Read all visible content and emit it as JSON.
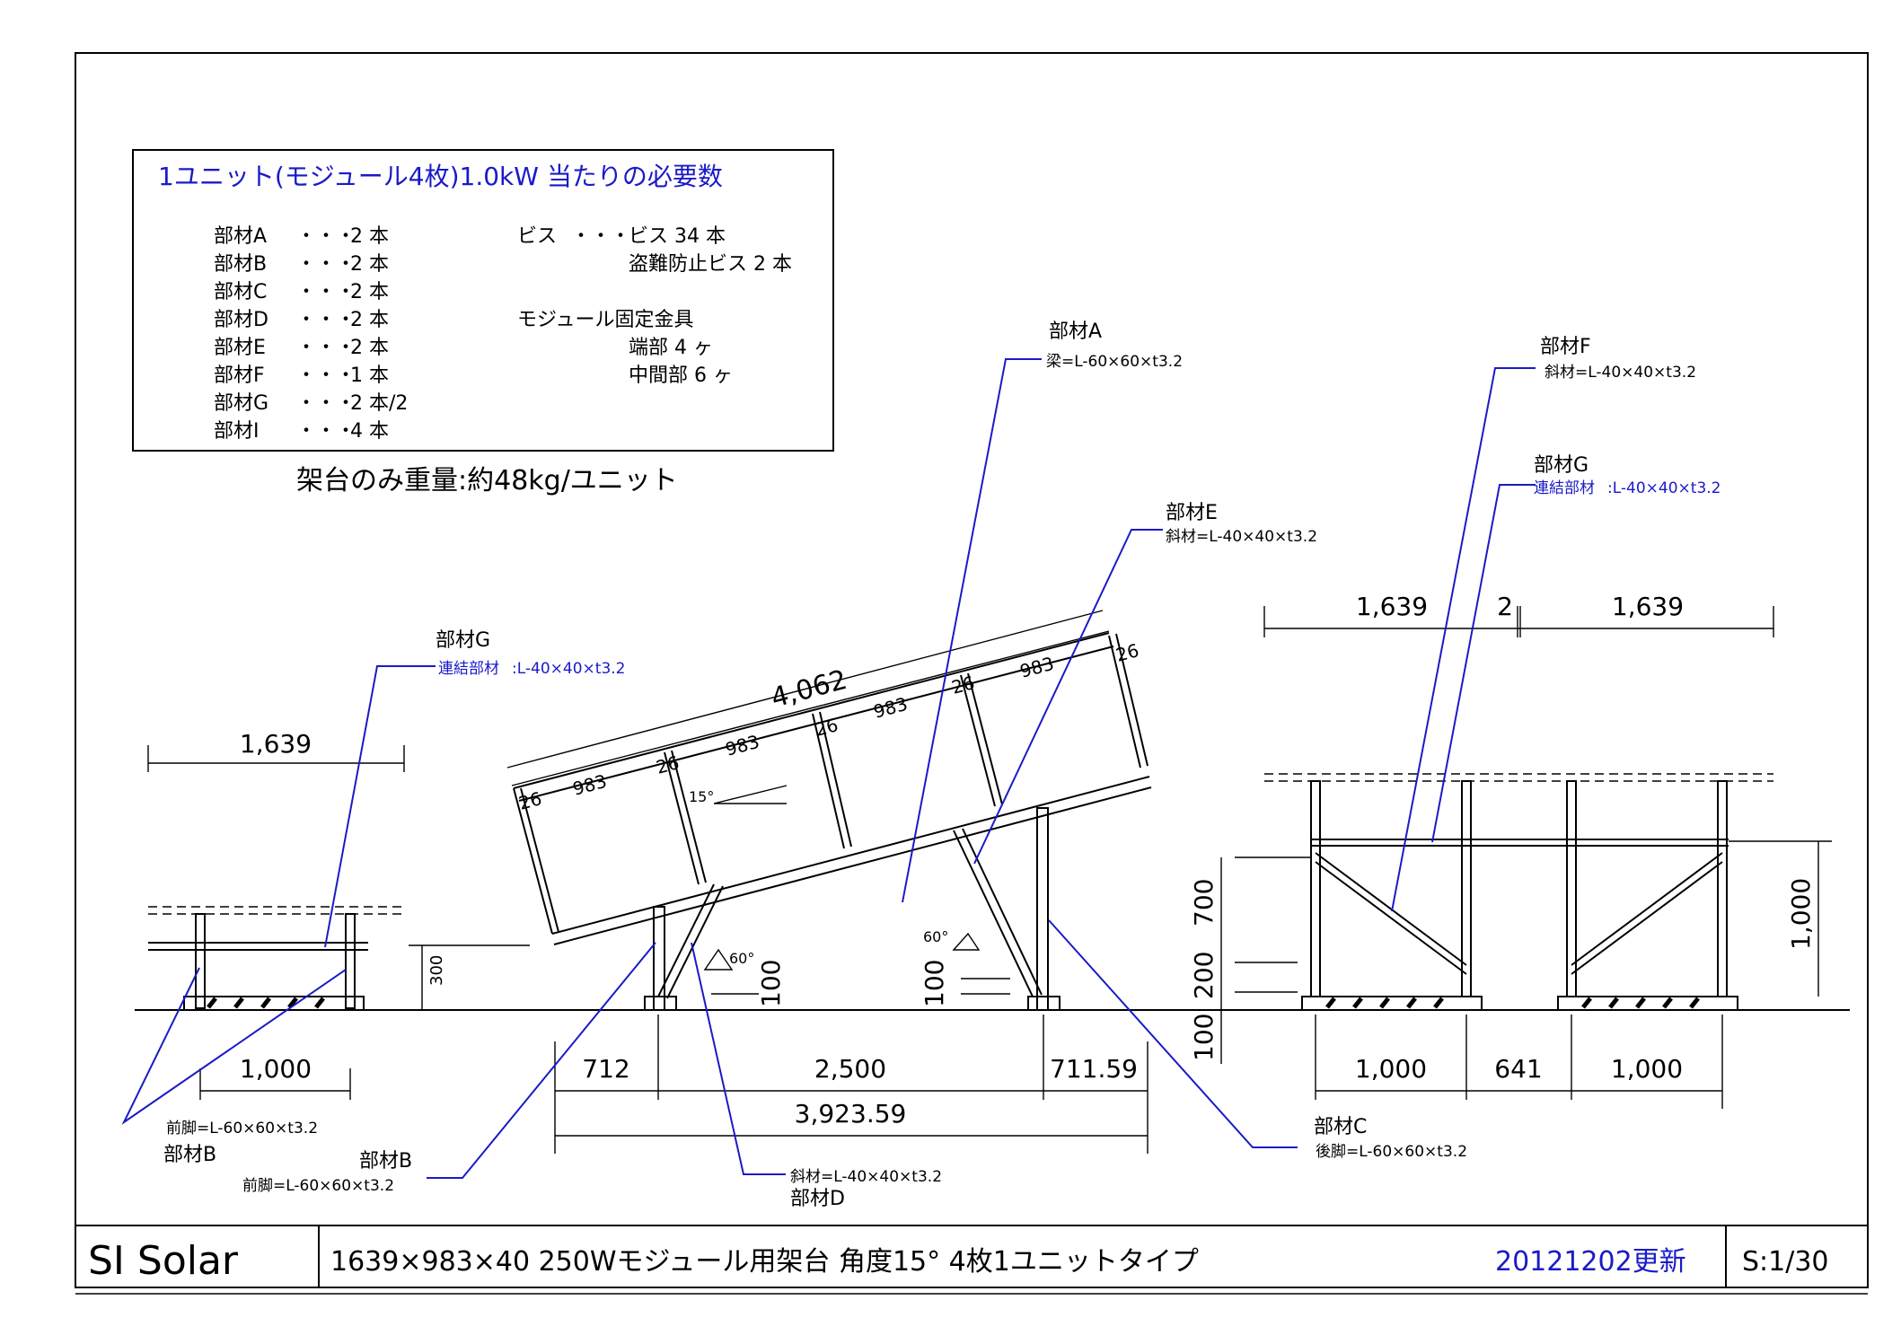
{
  "colors": {
    "ink": "#000000",
    "leader": "#1a1ac8",
    "accent_text": "#1a1ac8"
  },
  "requirements_box": {
    "title": "1ユニット(モジュール4枚)1.0kW 当たりの必要数",
    "members": [
      {
        "name": "部材A",
        "sep": "・・・",
        "qty": "2 本"
      },
      {
        "name": "部材B",
        "sep": "・・・",
        "qty": "2 本"
      },
      {
        "name": "部材C",
        "sep": "・・・",
        "qty": "2 本"
      },
      {
        "name": "部材D",
        "sep": "・・・",
        "qty": "2 本"
      },
      {
        "name": "部材E",
        "sep": "・・・",
        "qty": "2 本"
      },
      {
        "name": "部材F",
        "sep": "・・・",
        "qty": "1 本"
      },
      {
        "name": "部材G",
        "sep": "・・・",
        "qty": "2 本/2"
      },
      {
        "name": "部材I",
        "sep": "・・・",
        "qty": "4 本"
      }
    ],
    "screws_label": "ビス",
    "screws_sep": "・・・",
    "screws_qty": "ビス 34 本",
    "anti_theft": "盗難防止ビス 2 本",
    "fixture_title": "モジュール固定金具",
    "fixture_end": "端部  4 ヶ",
    "fixture_mid": "中間部  6 ヶ"
  },
  "weight_note": "架台のみ重量:約48kg/ユニット",
  "labels": {
    "member_a": "部材A",
    "member_a_spec": "梁=L-60×60×t3.2",
    "member_e": "部材E",
    "member_e_spec": "斜材=L-40×40×t3.2",
    "member_f": "部材F",
    "member_f_spec": "斜材=L-40×40×t3.2",
    "member_g_right": "部材G",
    "member_g_right_spec_a": "連結部材",
    "member_g_right_spec_b": ":L-40×40×t3.2",
    "member_g_left": "部材G",
    "member_g_left_spec_a": "連結部材",
    "member_g_left_spec_b": ":L-40×40×t3.2",
    "member_b_left_spec": "前脚=L-60×60×t3.2",
    "member_b_left": "部材B",
    "member_b_mid": "部材B",
    "member_b_mid_spec": "前脚=L-60×60×t3.2",
    "member_d_spec": "斜材=L-40×40×t3.2",
    "member_d": "部材D",
    "member_c": "部材C",
    "member_c_spec": "後脚=L-60×60×t3.2"
  },
  "dimensions": {
    "left_width": "1,639",
    "left_base": "1,000",
    "panel_total": "4,062",
    "panel_seg_1": "983",
    "panel_seg_2": "983",
    "panel_seg_3": "983",
    "panel_seg_4": "983",
    "gap_1": "26",
    "gap_2": "26",
    "gap_3": "26",
    "gap_4": "26",
    "gap_5": "26",
    "tilt": "15°",
    "angle_front": "60°",
    "angle_rear": "60°",
    "height_300": "300",
    "h_100_front": "100",
    "h_100_rear": "100",
    "span_front": "712",
    "span_mid": "2,500",
    "span_rear": "711.59",
    "span_total": "3,923.59",
    "right_w1": "1,639",
    "right_gap": "2",
    "right_w2": "1,639",
    "right_base1": "1,000",
    "right_base_gap": "641",
    "right_base2": "1,000",
    "right_h_700": "700",
    "right_h_200": "200",
    "right_h_100": "100",
    "right_h_1000": "1,000"
  },
  "title_block": {
    "company": "SI Solar",
    "description": "1639×983×40 250Wモジュール用架台 角度15° 4枚1ユニットタイプ",
    "updated": "20121202更新",
    "scale": "S:1/30"
  }
}
